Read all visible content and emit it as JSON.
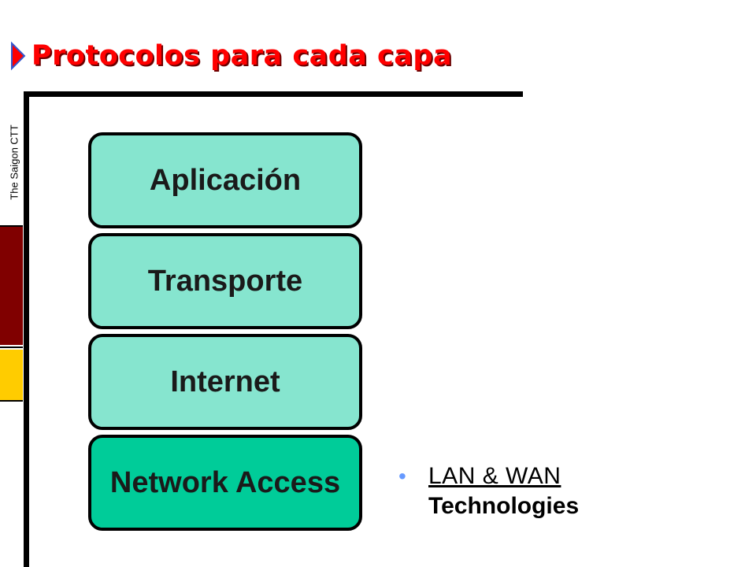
{
  "title": "Protocolos para cada capa",
  "sidebar": {
    "label": "The Saigon CTT",
    "colors": {
      "red": "#800000",
      "yellow": "#ffcc00"
    }
  },
  "layers": [
    {
      "label": "Aplicación",
      "highlighted": false
    },
    {
      "label": "Transporte",
      "highlighted": false
    },
    {
      "label": "Internet",
      "highlighted": false
    },
    {
      "label": "Network Access",
      "highlighted": true
    }
  ],
  "bullet": {
    "link_text": "LAN & WAN",
    "bold_text": "Technologies"
  },
  "colors": {
    "title": "#ff0000",
    "layer_fill": "#86e5cf",
    "layer_highlight": "#00cc99",
    "bullet_dot": "#6699ff"
  }
}
